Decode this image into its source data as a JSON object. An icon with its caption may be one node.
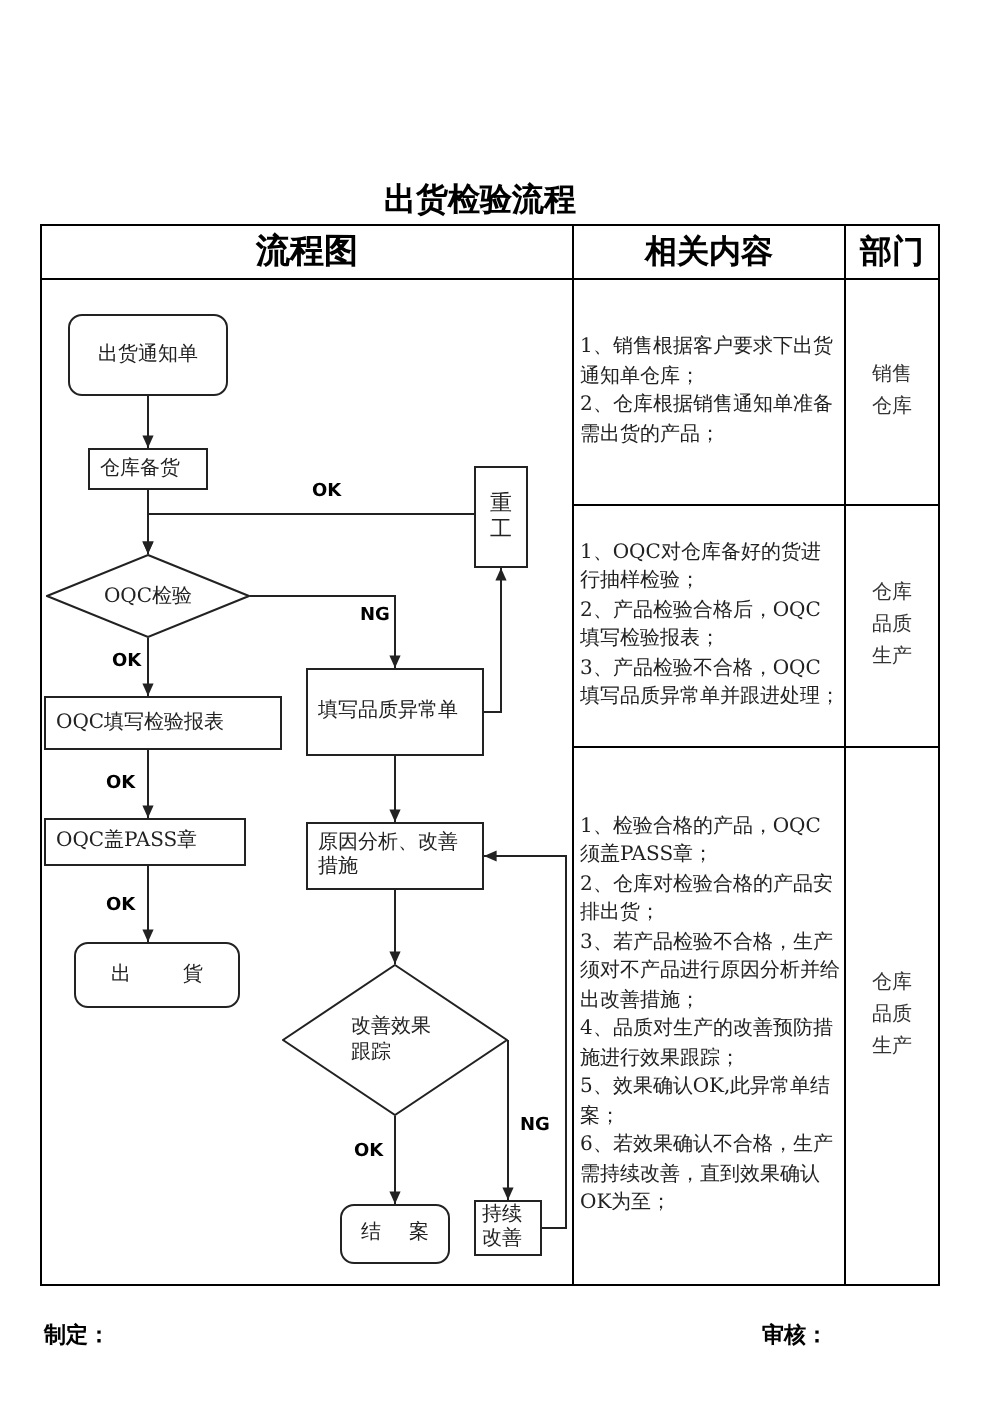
{
  "diagram": {
    "title": "出货检验流程",
    "nodes": [
      {
        "text": [
          "出货通知单"
        ]
      },
      {
        "text": [
          "仓库备货"
        ]
      },
      {
        "text": [
          "OQC检验"
        ]
      },
      {
        "text": [
          "重工"
        ]
      },
      {
        "text": [
          "OQC填写检验报表"
        ]
      },
      {
        "text": [
          "填写品质异常单"
        ]
      },
      {
        "text": [
          "OQC盖PASS章"
        ]
      },
      {
        "text": [
          "出貨"
        ]
      },
      {
        "text": [
          "原因分析、改善措施"
        ]
      },
      {
        "text": [
          "改善效果跟踪"
        ]
      },
      {
        "text": [
          "结案"
        ]
      },
      {
        "text": [
          "持续改善"
        ]
      }
    ],
    "edges": [
      {
        "from": 0,
        "to": 1,
        "arrow": "to"
      },
      {
        "from": 1,
        "to": 2,
        "arrow": "to"
      },
      {
        "from": 3,
        "to": 2,
        "arrow": "to",
        "label": "OK"
      },
      {
        "from": 2,
        "to": 4,
        "arrow": "to",
        "label": "OK"
      },
      {
        "from": 2,
        "to": 5,
        "arrow": "to",
        "label": "NG"
      },
      {
        "from": 5,
        "to": 3,
        "arrow": "to"
      },
      {
        "from": 4,
        "to": 6,
        "arrow": "to",
        "label": "OK"
      },
      {
        "from": 6,
        "to": 7,
        "arrow": "to",
        "label": "OK"
      },
      {
        "from": 5,
        "to": 8,
        "arrow": "to"
      },
      {
        "from": 8,
        "to": 9,
        "arrow": "to"
      },
      {
        "from": 9,
        "to": 10,
        "arrow": "to",
        "label": "OK"
      },
      {
        "from": 9,
        "to": 11,
        "arrow": "to",
        "label": "NG"
      },
      {
        "from": 11,
        "to": 8,
        "arrow": "to"
      }
    ],
    "labels": [
      "流程图",
      "相关内容",
      "部门",
      "1、销售根据客户要求下出货通知单仓库；",
      "2、仓库根据销售通知单准备需出货的产品；",
      "销售",
      "仓库",
      "1、OQC对仓库备好的货进行抽样检验；",
      "2、产品检验合格后，OQC填写检验报表；",
      "3、产品检验不合格，OQC填写品质异常单并跟进处理；",
      "仓库",
      "品质",
      "生产",
      "1、检验合格的产品，OQC须盖PASS章；",
      "2、仓库对检验合格的产品安排出货；",
      "3、若产品检验不合格，生产须对不产品进行原因分析并给出改善措施；",
      "4、品质对生产的改善预防措施进行效果跟踪；",
      "5、效果确认OK,此异常单结案；",
      "6、若效果确认不合格，生产需持续改善，直到效果确认OK为至；",
      "仓库",
      "品质",
      "生产",
      "制定：",
      "审核："
    ]
  }
}
